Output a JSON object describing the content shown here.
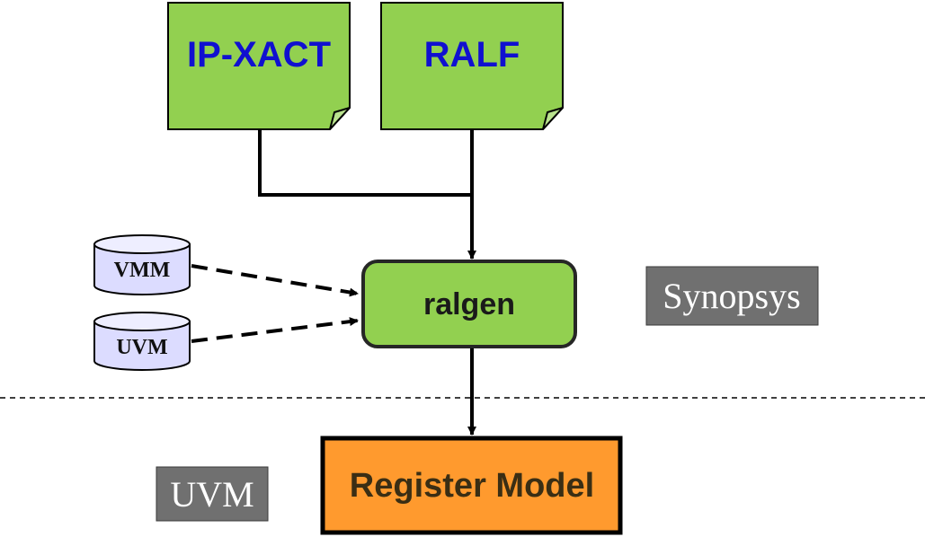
{
  "inputs": {
    "ipxact": {
      "label": "IP-XACT"
    },
    "ralf": {
      "label": "RALF"
    }
  },
  "libraries": {
    "vmm": {
      "label": "VMM"
    },
    "uvm": {
      "label": "UVM"
    }
  },
  "generator": {
    "label": "ralgen"
  },
  "output": {
    "label": "Register Model"
  },
  "tags": {
    "vendor": {
      "label": "Synopsys"
    },
    "domain": {
      "label": "UVM"
    }
  },
  "colors": {
    "document_fill": "#92d050",
    "document_text": "#1010d0",
    "generator_fill": "#92d050",
    "output_fill": "#ff9a2e",
    "library_fill": "#dcdcff",
    "tag_fill": "#707070"
  }
}
